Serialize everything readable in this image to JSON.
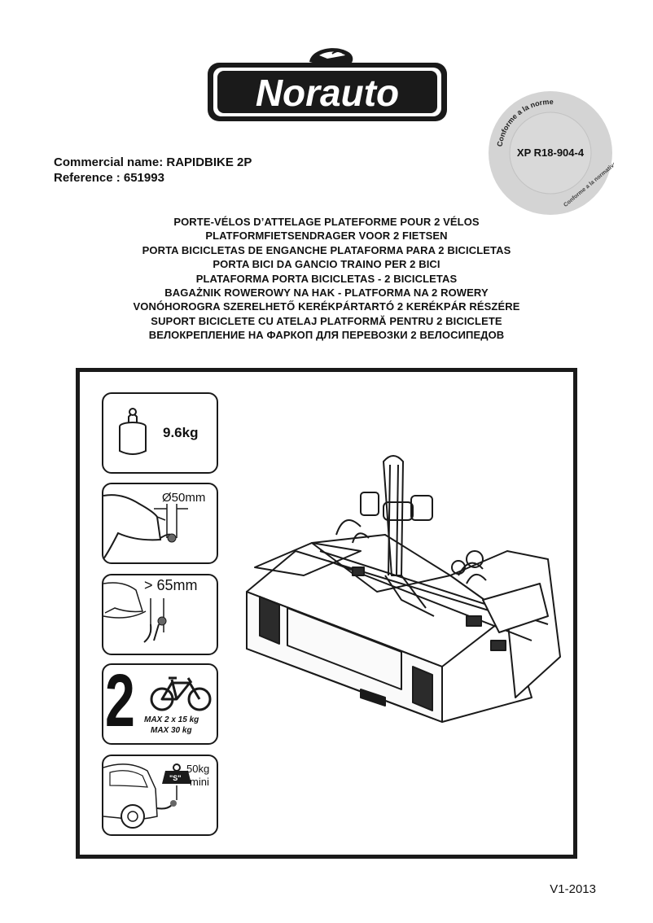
{
  "brand": {
    "logo_text": "Norauto"
  },
  "product": {
    "commercial_name": "Commercial name: RAPIDBIKE 2P",
    "reference": "Reference : 651993"
  },
  "seal": {
    "top_text": "Conforme a la norme",
    "right_text": "Conforme a la normativa",
    "code": "XP R18-904-4"
  },
  "titles": [
    "PORTE-VÉLOS D’ATTELAGE PLATEFORME POUR 2 VÉLOS",
    "PLATFORMFIETSENDRAGER VOOR 2 FIETSEN",
    "PORTA BICICLETAS DE ENGANCHE PLATAFORMA PARA 2 BICICLETAS",
    "PORTA BICI DA GANCIO TRAINO PER 2 BICI",
    "PLATAFORMA PORTA BICICLETAS - 2 BICICLETAS",
    "BAGAŻNIK ROWEROWY NA HAK - PLATFORMA NA 2 ROWERY",
    "VONÓHOROGRA SZERELHETŐ KERÉKPÁRTARTÓ 2 KERÉKPÁR RÉSZÉRE",
    "SUPORT BICICLETE CU ATELAJ PLATFORMĂ PENTRU 2 BICICLETE",
    "ВЕЛОКРЕПЛЕНИЕ НА ФАРКОП ДЛЯ ПЕРЕВОЗКИ 2 ВЕЛОСИПЕДОВ"
  ],
  "specs": {
    "weight": "9.6kg",
    "ball_diameter": "Ø50mm",
    "clearance": "> 65mm",
    "bike_count": "2",
    "max_per_bike": "MAX 2 x 15 kg",
    "max_total": "MAX 30 kg",
    "nose_load_value": "50kg",
    "nose_load_label": "mini",
    "weight_tag": "\"S\""
  },
  "footer": {
    "version": "V1-2013"
  }
}
